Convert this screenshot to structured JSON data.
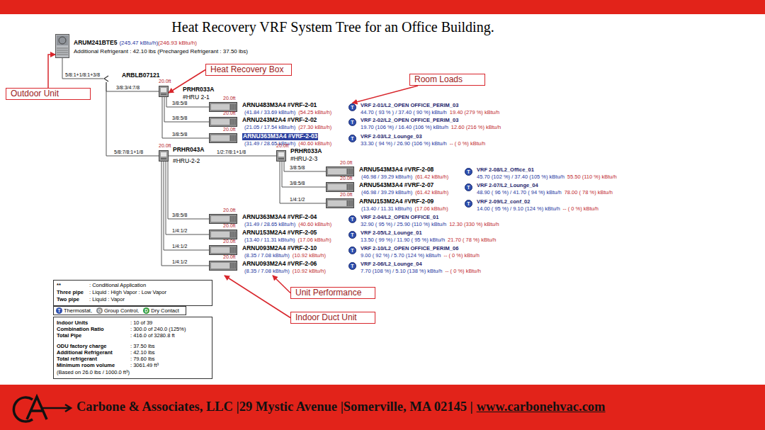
{
  "diagram": {
    "title": "Heat Recovery VRF System Tree for an Office Building.",
    "nodes": [
      {
        "text": [
          "ARUM241BTE5",
          "(245.47 kBtu/h)",
          "(246.93 kBtu/h)",
          "Additional Refrigerant : 42.10 lbs (Precharged Refrigerant : 37.50 lbs)"
        ]
      },
      {
        "text": [
          "ARBLB07121"
        ]
      },
      {
        "text": [
          "20.0ft",
          "PRHR033A",
          "#HRU 2-1"
        ]
      },
      {
        "text": [
          "20.0ft",
          "ARNU483M3A4 #VRF-2-01",
          "(41.84 / 33.69 kBtu/h)",
          "(54.25 kBtu/h)"
        ]
      },
      {
        "text": [
          "T",
          "VRF 2-01/L2_OPEN OFFICE_PERIM_03",
          "44.70 ( 93 % ) / 37.40 ( 90 %) kBtu/h",
          "19.40 (279 %) kBtu/h"
        ]
      },
      {
        "text": [
          "20.0ft",
          "ARNU243M2A4 #VRF-2-02",
          "(21.05 / 17.54 kBtu/h)",
          "(27.30 kBtu/h)"
        ]
      },
      {
        "text": [
          "T",
          "VRF 2-02/L2_OPEN OFFICE_PERIM_03",
          "19.70 (106 %) / 16.40 (106 %) kBtu/h",
          "12.60 (216 %) kBtu/h"
        ]
      },
      {
        "text": [
          "20.0ft",
          "ARNU363M3A4 #VRF-2-03",
          "(31.49 / 28.65 kBtu/h)",
          "(40.60 kBtu/h)"
        ]
      },
      {
        "text": [
          "T",
          "VRF 2-03/L2_Lounge_03",
          "33.30 ( 94 %) / 26.90 (106 %) kBtu/h",
          "-- ( 0 %) kBtu/h"
        ]
      },
      {
        "text": [
          "20.0ft",
          "PRHR043A",
          "#HRU-2-2"
        ]
      },
      {
        "text": [
          "20.0ft",
          "PRHR033A",
          "#HRU-2-3"
        ]
      },
      {
        "text": [
          "20.0ft",
          "ARNU543M3A4 #VRF-2-08",
          "(46.98 / 39.29 kBtu/h)",
          "(61.42 kBtu/h)"
        ]
      },
      {
        "text": [
          "T",
          "VRF 2-08/L2_Office_01",
          "45.70 (102 %) / 37.40 (105 %) kBtu/h",
          "55.50 (110 %) kBtu/h"
        ]
      },
      {
        "text": [
          "20.0ft",
          "ARNU543M3A4 #VRF-2-07",
          "(46.98 / 39.29 kBtu/h)",
          "(61.42 kBtu/h)"
        ]
      },
      {
        "text": [
          "T",
          "VRF 2-07/L2_Lounge_04",
          "48.90 ( 96 %) / 41.70 ( 94 %) kBtu/h",
          "78.00 ( 78 %) kBtu/h"
        ]
      },
      {
        "text": [
          "20.0ft",
          "ARNU153M2A4 #VRF-2-09",
          "(13.40 / 11.31 kBtu/h)",
          "(17.06 kBtu/h)"
        ]
      },
      {
        "text": [
          "T",
          "VRF 2-09/L2_conf_02",
          "14.00 ( 95 %) / 9.10 (124 %) kBtu/h",
          "-- ( 0 %) kBtu/h"
        ]
      },
      {
        "text": [
          "20.0ft",
          "ARNU363M3A4 #VRF-2-04",
          "(31.49 / 28.65 kBtu/h)",
          "(40.60 kBtu/h)"
        ]
      },
      {
        "text": [
          "T",
          "VRF 2-04/L2_OPEN OFFICE_01",
          "32.90 ( 95 %) / 25.90 (110 %) kBtu/h",
          "12.30 (330 %) kBtu/h"
        ]
      },
      {
        "text": [
          "20.0ft",
          "ARNU153M2A4 #VRF-2-05",
          "(13.40 / 11.31 kBtu/h)",
          "(17.06 kBtu/h)"
        ]
      },
      {
        "text": [
          "T",
          "VRF 2-05/L2_Lounge_01",
          "13.50 ( 99 %) / 11.90 ( 95 %) kBtu/h",
          "21.70 ( 78 %) kBtu/h"
        ]
      },
      {
        "text": [
          "20.0ft",
          "ARNU093M2A4 #VRF-2-10",
          "(8.35 / 7.08 kBtu/h)",
          "(10.92 kBtu/h)"
        ]
      },
      {
        "text": [
          "T",
          "VRF 2-10/L2_OPEN OFFICE_PERIM_06",
          "9.00 ( 92 %) / 5.70 (124 %) kBtu/h",
          "-- ( 0 %) kBtu/h"
        ]
      },
      {
        "text": [
          "20.0ft",
          "ARNU093M2A4 #VRF-2-06",
          "(8.35 / 7.08 kBtu/h)",
          "(10.92 kBtu/h)"
        ]
      },
      {
        "text": [
          "T",
          "VRF 2-06/L2_Lounge_04",
          "7.70 (108 %) / 5.10 (138 %) kBtu/h",
          "-- ( 0 %) kBtu/h"
        ]
      },
      {
        "text": [
          "Outdoor Unit"
        ]
      },
      {
        "text": [
          "Heat Recovery Box"
        ]
      },
      {
        "text": [
          "Room Loads"
        ]
      },
      {
        "text": [
          "Unit Performance"
        ]
      },
      {
        "text": [
          "Indoor Duct Unit"
        ]
      },
      {
        "text": [
          "**",
          ": Conditional Application",
          "Three pipe",
          ": Liquid : High Vapor : Low Vapor",
          "Two pipe",
          ": Liquid : Vapor"
        ]
      },
      {
        "text": [
          "Indoor Units",
          ": 10 of 39",
          "Combination Ratio",
          ": 300.0 of 240.0 (125%)",
          "Total Pipe",
          ": 416.0 of 3280.8 ft",
          "ODU factory charge",
          ": 37.50 lbs",
          "Additional Refrigerant",
          ": 42.10 lbs",
          "Total refrigerant",
          ": 79.60 lbs",
          "Minimum room volume",
          ": 3061.49 ft³",
          "(Based on 26.0 lbs / 1000.0 ft³)"
        ]
      }
    ],
    "edges": [
      {
        "from": 0,
        "to": 1,
        "arrow": "none",
        "label": "5/8:1+1/8:1+3/8"
      },
      {
        "from": 1,
        "to": 2,
        "arrow": "none",
        "label": "3/8:3/4:7/8"
      },
      {
        "from": 1,
        "to": 9,
        "arrow": "none",
        "label": "5/8:7/8:1+1/8"
      },
      {
        "from": 2,
        "to": 3,
        "arrow": "none",
        "label": "3/8:5/8"
      },
      {
        "from": 2,
        "to": 5,
        "arrow": "none",
        "label": "3/8:5/8"
      },
      {
        "from": 2,
        "to": 7,
        "arrow": "none",
        "label": "3/8:5/8"
      },
      {
        "from": 9,
        "to": 10,
        "arrow": "none",
        "label": "1/2:7/8:1+1/8"
      },
      {
        "from": 10,
        "to": 11,
        "arrow": "none",
        "label": "3/8:5/8"
      },
      {
        "from": 10,
        "to": 13,
        "arrow": "none",
        "label": "3/8:5/8"
      },
      {
        "from": 10,
        "to": 15,
        "arrow": "none",
        "label": "1/4:1/2"
      },
      {
        "from": 9,
        "to": 17,
        "arrow": "none",
        "label": "3/8:5/8"
      },
      {
        "from": 9,
        "to": 19,
        "arrow": "none",
        "label": "1/4:1/2"
      },
      {
        "from": 9,
        "to": 21,
        "arrow": "none",
        "label": "1/4:1/2"
      },
      {
        "from": 9,
        "to": 23,
        "arrow": "none",
        "label": "1/4:1/2"
      },
      {
        "from": 25,
        "to": 0,
        "arrow": "to"
      },
      {
        "from": 26,
        "to": 2,
        "arrow": "to"
      },
      {
        "from": 27,
        "to": 4,
        "arrow": "to"
      },
      {
        "from": 28,
        "to": 23,
        "arrow": "to"
      },
      {
        "from": 29,
        "to": 23,
        "arrow": "to"
      }
    ],
    "labels": [
      "T",
      "G",
      "D",
      "Carbone & Associates, LLC |29 Mystic Avenue |Somerville, MA 02145 |",
      "www.carbonehvac.com"
    ],
    "legend": [
      {
        "text": "Thermostat,",
        "color": "#2e4fae"
      },
      {
        "text": "Group Control,",
        "color": "#8a8a8a"
      },
      {
        "text": "Dry Contact",
        "color": "#2f9a3a"
      }
    ]
  }
}
